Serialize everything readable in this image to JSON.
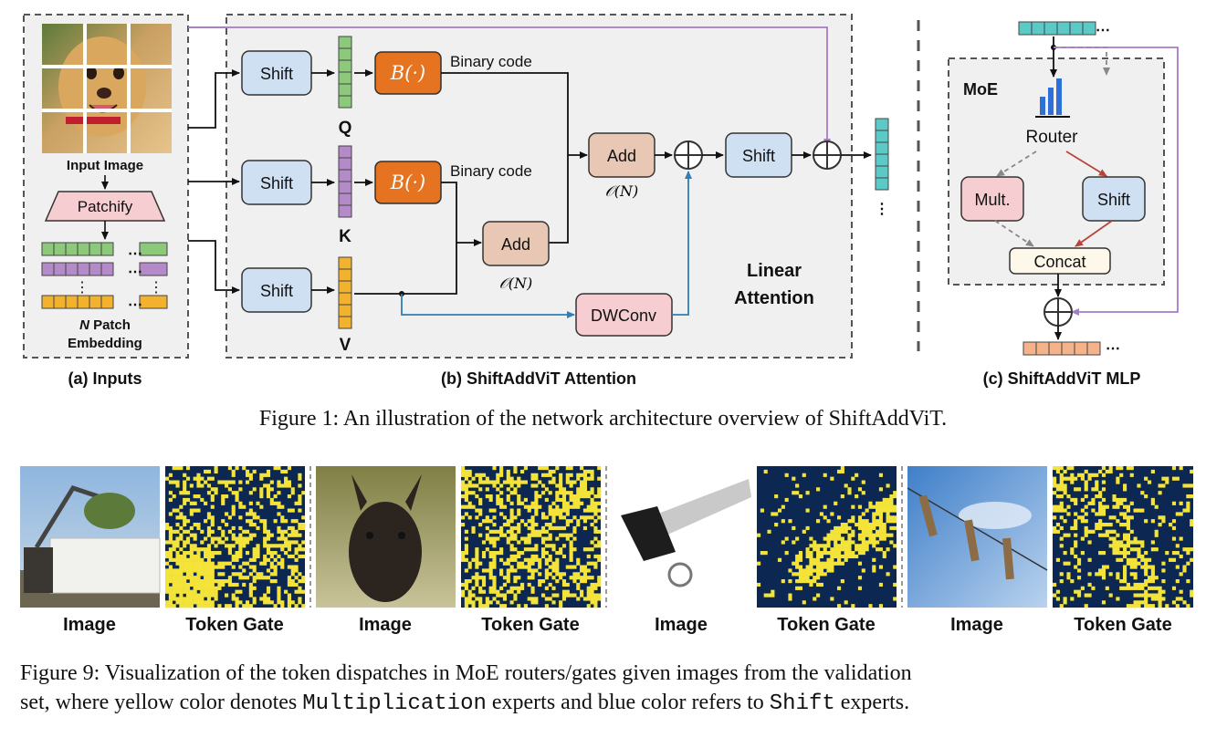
{
  "figure1": {
    "panel_a": {
      "title": "(a) Inputs",
      "input_image_label": "Input Image",
      "patchify_label": "Patchify",
      "embedding_label_n": "N",
      "embedding_label_rest": " Patch",
      "embedding_label_line2": "Embedding",
      "dots": "⋯",
      "vdots": "⋮"
    },
    "panel_b": {
      "title": "(b) ShiftAddViT Attention",
      "shift_label": "Shift",
      "binary_fn": "B(·)",
      "binary_code_label": "Binary code",
      "add_label": "Add",
      "complexity_label": "𝒪(N)",
      "dwconv_label": "DWConv",
      "q_label": "Q",
      "k_label": "K",
      "v_label": "V",
      "linear_attention_line1": "Linear",
      "linear_attention_line2": "Attention",
      "oplus": "⊕"
    },
    "panel_c": {
      "title": "(c) ShiftAddViT MLP",
      "moe_label": "MoE",
      "router_label": "Router",
      "mult_label": "Mult.",
      "shift_label": "Shift",
      "concat_label": "Concat",
      "dots": "⋯"
    },
    "caption": "Figure 1: An illustration of the network architecture overview of ShiftAddViT."
  },
  "figure9": {
    "panels": [
      {
        "image_label": "Image",
        "gate_label": "Token Gate"
      },
      {
        "image_label": "Image",
        "gate_label": "Token Gate"
      },
      {
        "image_label": "Image",
        "gate_label": "Token Gate"
      },
      {
        "image_label": "Image",
        "gate_label": "Token Gate"
      }
    ],
    "caption_part1": "Figure 9: Visualization of the token dispatches in MoE routers/gates given images from the validation",
    "caption_part2a": "set, where yellow color denotes ",
    "caption_mono1": "Multiplication",
    "caption_part2b": " experts and blue color refers to ",
    "caption_mono2": "Shift",
    "caption_part2c": " experts."
  },
  "colors": {
    "shift_box": "#cfe0f3",
    "binary_box": "#e5731f",
    "add_box": "#e8c7b5",
    "mult_box": "#f6cdd0",
    "patchify_box": "#f6cdd0",
    "panel_bg": "#f0f0f0",
    "gate_yellow": "#f4e43a",
    "gate_navy": "#0b2752",
    "q_color": "#8cc97a",
    "k_color": "#b48ac9",
    "v_color": "#f2b22e",
    "teal": "#5bc9c5",
    "orange_tokens": "#f5b38a",
    "purple_arrow": "#a57cc6",
    "blue_arrow": "#2f7fb5",
    "red_arrow": "#b7443a"
  }
}
